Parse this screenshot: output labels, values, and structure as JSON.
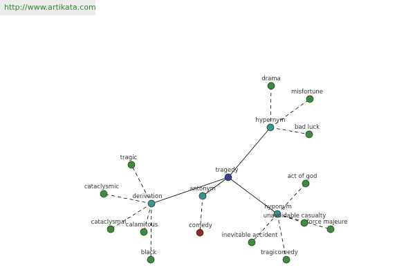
{
  "watermark": "http://www.artikata.com",
  "colors": {
    "center": "#3b3e9a",
    "relation": "#3f8f92",
    "leaf": "#3f8a3f",
    "antonym_leaf": "#8f2b2b"
  },
  "graph": {
    "center": {
      "label": "tragedy"
    },
    "relations": [
      {
        "id": "hypernym",
        "label": "hypernym"
      },
      {
        "id": "hyponym",
        "label": "hyponym"
      },
      {
        "id": "antonym",
        "label": "antonym"
      },
      {
        "id": "derivation",
        "label": "derivation"
      }
    ],
    "leaves": {
      "hypernym": [
        "drama",
        "misfortune",
        "bad luck"
      ],
      "hyponym": [
        "act of god",
        "unavoidable casualty",
        "force majeure",
        "inevitable accident",
        "tragicomedy"
      ],
      "antonym": [
        "comedy"
      ],
      "derivation": [
        "tragic",
        "cataclysmic",
        "cataclysmal",
        "calamitous",
        "black"
      ]
    }
  }
}
